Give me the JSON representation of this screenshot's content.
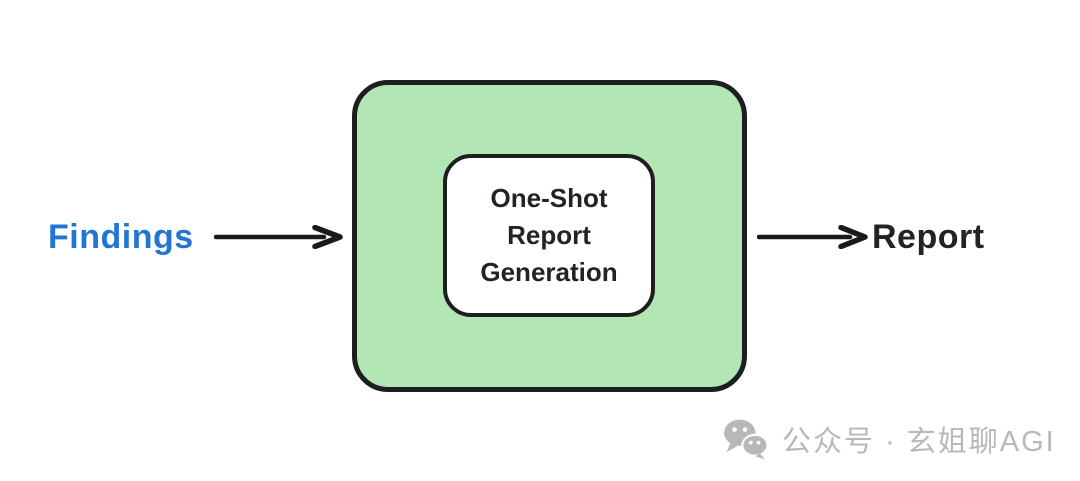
{
  "diagram": {
    "input_label": "Findings",
    "process_lines": [
      "One-Shot",
      "Report",
      "Generation"
    ],
    "output_label": "Report"
  },
  "watermark": {
    "icon": "wechat-logo-icon",
    "text": "公众号 · 玄姐聊AGI"
  },
  "colors": {
    "input_label_blue": "#2176d2",
    "process_box_fill": "#b2e6b5",
    "stroke": "#1e1e1e",
    "dark_text": "#212427",
    "watermark_gray": "#b8b8b8",
    "inner_box_fill": "#ffffff"
  }
}
